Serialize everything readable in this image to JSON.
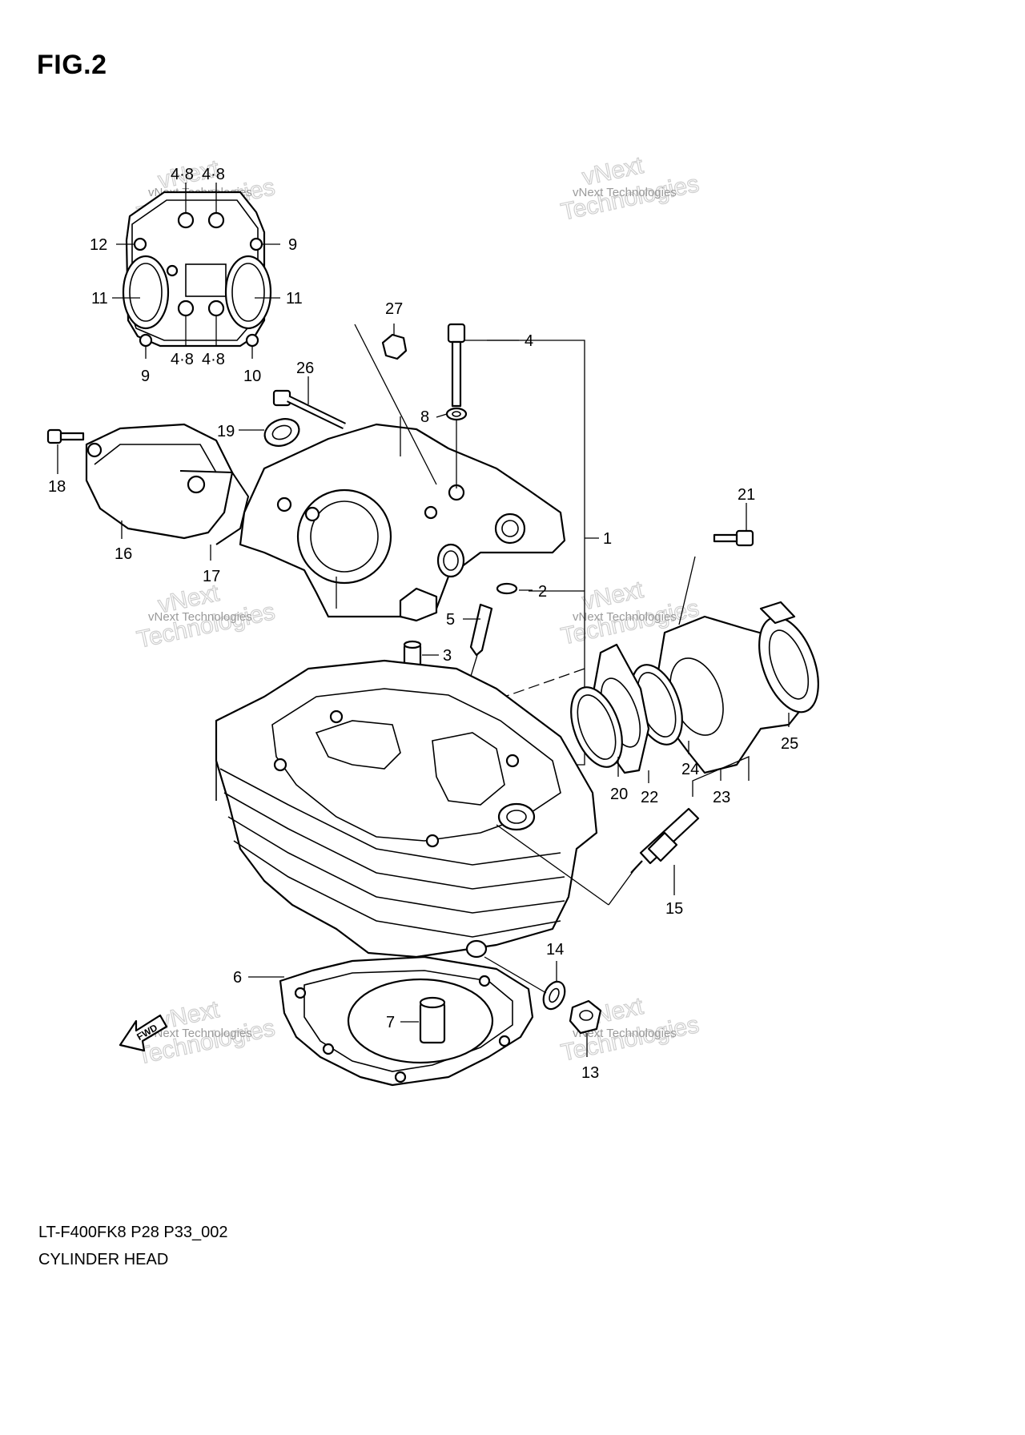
{
  "figure": {
    "title": "FIG.2"
  },
  "footer": {
    "code": "LT-F400FK8 P28 P33_002",
    "name": "CYLINDER HEAD"
  },
  "watermark": {
    "line1": "vNext",
    "line2": "Technologies",
    "small": "vNext Technologies"
  },
  "fwd_label": "FWD",
  "callouts": {
    "c1": "1",
    "c2": "2",
    "c3": "3",
    "c4": "4",
    "c5": "5",
    "c6": "6",
    "c7": "7",
    "c8": "8",
    "c9a": "9",
    "c9b": "9",
    "c10": "10",
    "c11a": "11",
    "c11b": "11",
    "c12": "12",
    "c13": "13",
    "c14": "14",
    "c15": "15",
    "c16": "16",
    "c17": "17",
    "c18": "18",
    "c19": "19",
    "c20": "20",
    "c21": "21",
    "c22": "22",
    "c23": "23",
    "c24": "24",
    "c25": "25",
    "c26": "26",
    "c27": "27",
    "c48a": "4·8",
    "c48b": "4·8",
    "c48c": "4·8",
    "c48d": "4·8"
  },
  "colors": {
    "line": "#000000",
    "background": "#ffffff",
    "watermark": "#c9c9c9"
  }
}
